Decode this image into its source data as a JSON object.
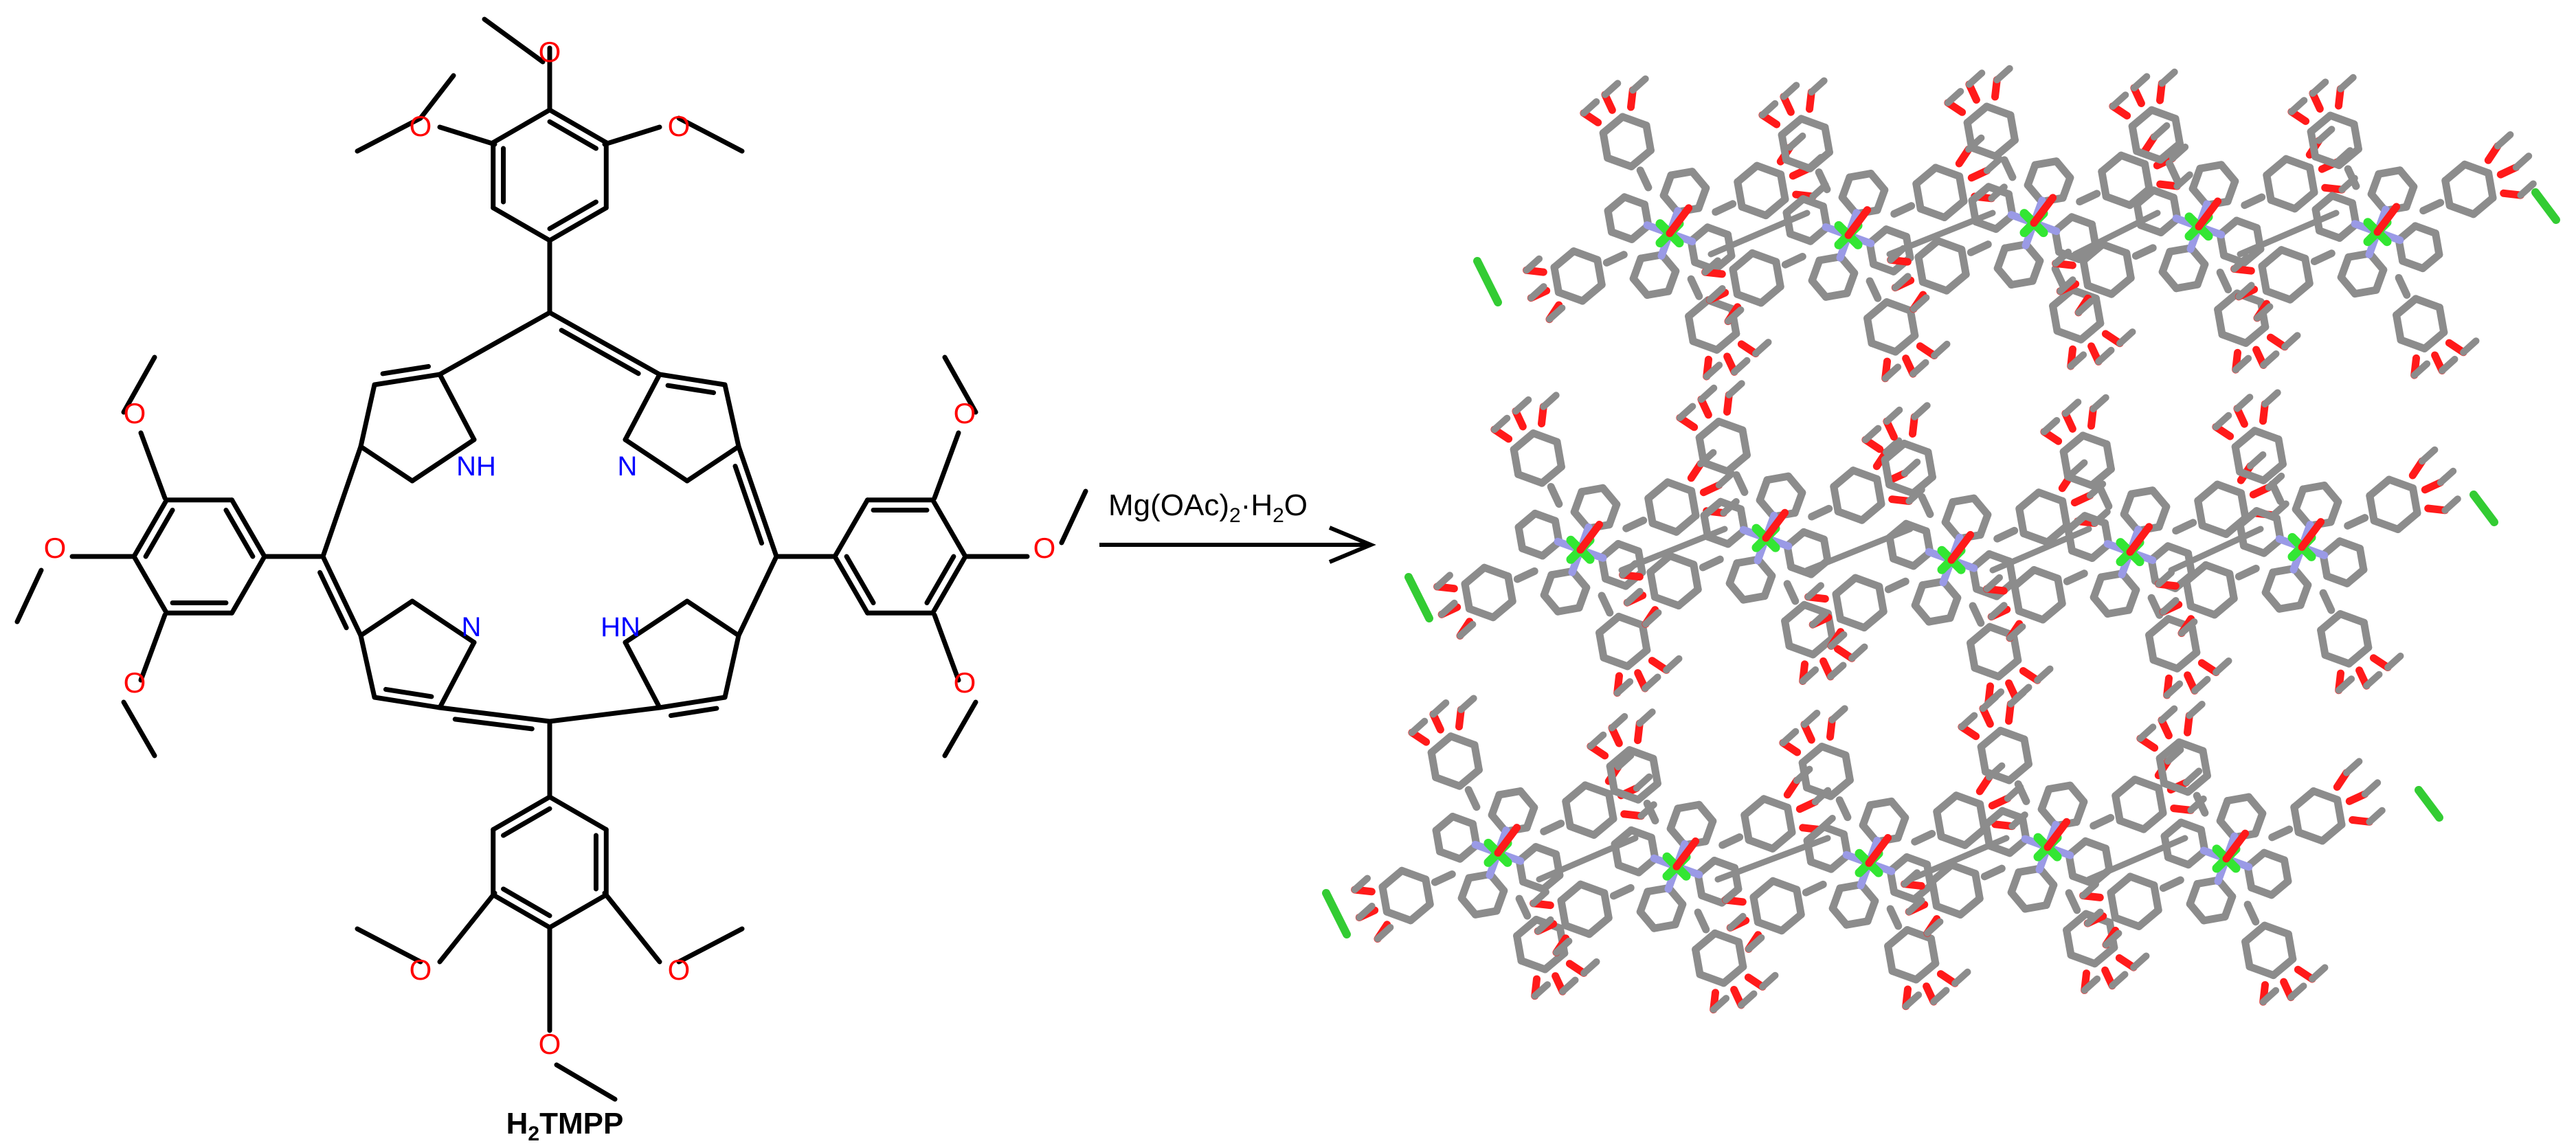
{
  "colors": {
    "bond": "#000000",
    "oxygen": "#ff0000",
    "nitrogen": "#0000ff",
    "stick_carbon": "#8c8c8c",
    "stick_oxygen": "#ff1a1a",
    "stick_nitrogen": "#9a9ae6",
    "stick_magnesium": "#33e633",
    "stick_chlorine": "#33cc33"
  },
  "molecule": {
    "atom_labels": {
      "oxygen": "O",
      "nh": "NH",
      "hn": "HN",
      "n": "N"
    },
    "compound": {
      "prefix": "H",
      "subscript": "2",
      "suffix": "TMPP"
    }
  },
  "reaction": {
    "reagent_main": "Mg(OAc)",
    "reagent_sub": "2",
    "reagent_dot": "·",
    "reagent_tail_main": "H",
    "reagent_tail_sub": "2",
    "reagent_tail_end": "O"
  }
}
